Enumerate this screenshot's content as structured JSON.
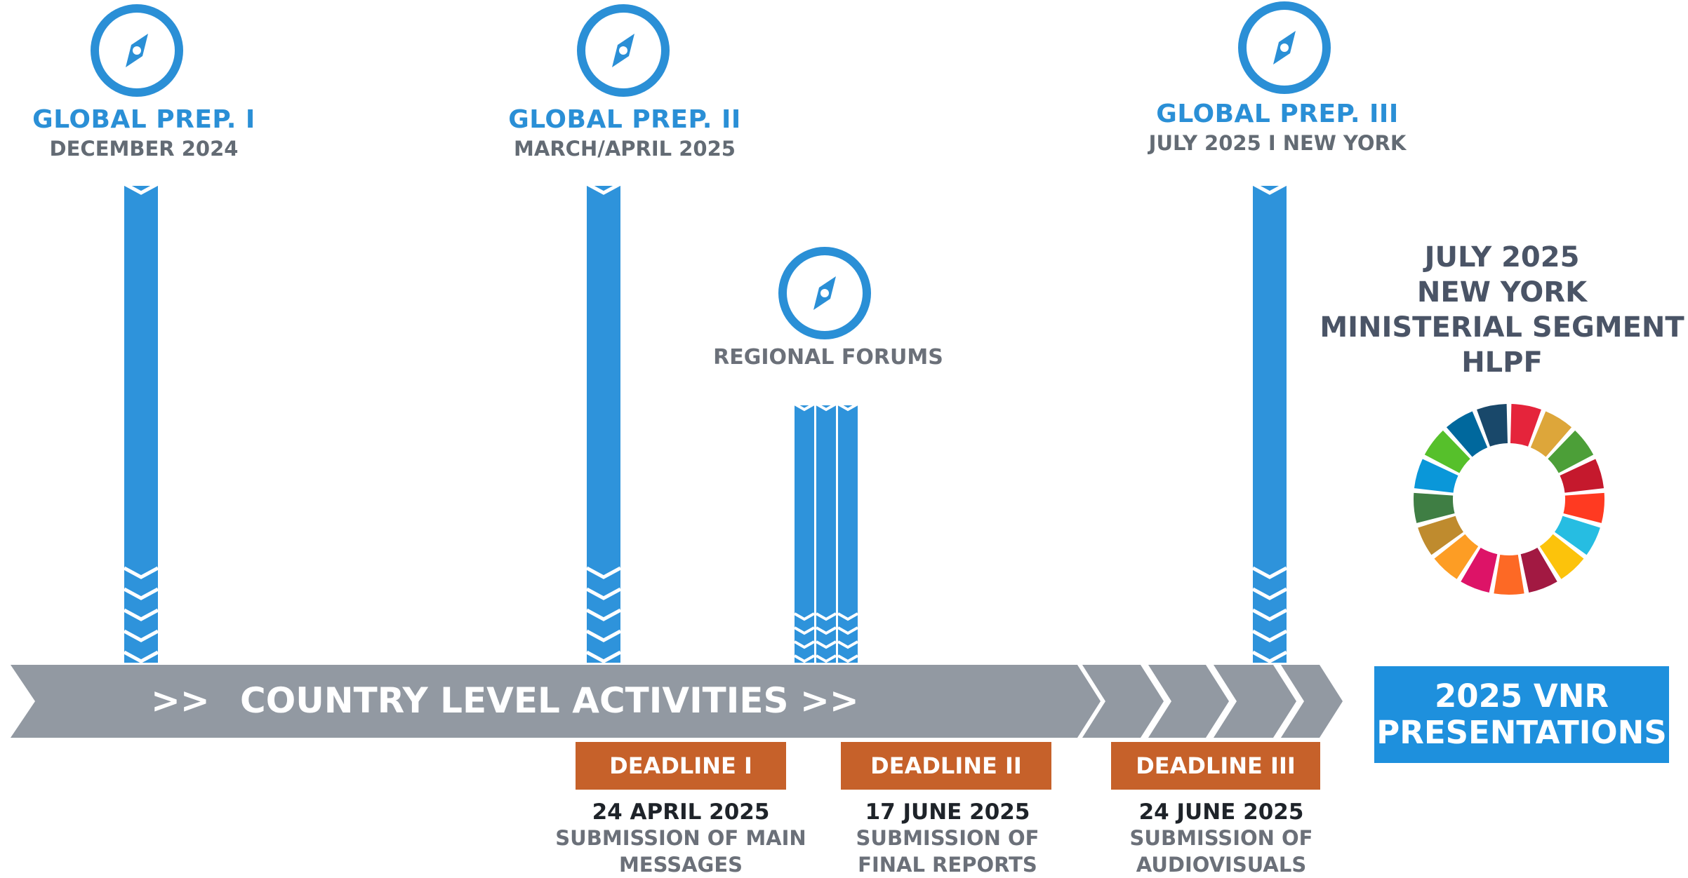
{
  "global_preps": [
    {
      "title": "GLOBAL PREP. I",
      "subtitle": "DECEMBER 2024"
    },
    {
      "title": "GLOBAL PREP. II",
      "subtitle": "MARCH/APRIL 2025"
    },
    {
      "title": "GLOBAL PREP. III",
      "subtitle": "JULY  2025 I NEW YORK"
    }
  ],
  "regional": {
    "label": "REGIONAL FORUMS"
  },
  "hlpf": {
    "line1": "JULY 2025",
    "line2": "NEW YORK",
    "line3": "MINISTERIAL SEGMENT",
    "line4": "HLPF"
  },
  "band": {
    "prefix": ">>",
    "label": "COUNTRY LEVEL ACTIVITIES",
    "suffix": ">>"
  },
  "deadlines": [
    {
      "label": "DEADLINE I",
      "date": "24 APRIL 2025",
      "desc1": "SUBMISSION OF MAIN",
      "desc2": "MESSAGES"
    },
    {
      "label": "DEADLINE II",
      "date": "17 JUNE 2025",
      "desc1": "SUBMISSION OF",
      "desc2": "FINAL REPORTS"
    },
    {
      "label": "DEADLINE III",
      "date": "24 JUNE 2025",
      "desc1": "SUBMISSION OF",
      "desc2": "AUDIOVISUALS"
    }
  ],
  "vnr": {
    "line1": "2025  VNR",
    "line2": "PRESENTATIONS"
  },
  "colors": {
    "accent_blue": "#2a8fd6",
    "band_grey": "#9299a2",
    "deadline_orange": "#c6612a",
    "vnr_blue": "#1e90dd"
  },
  "icons": {
    "prep": "compass-icon",
    "sdg": "sdg-wheel-icon"
  },
  "sdg_wheel_colors": [
    "#E5243B",
    "#DDA63A",
    "#4C9F38",
    "#C5192D",
    "#FF3A21",
    "#26BDE2",
    "#FCC30B",
    "#A21942",
    "#FD6925",
    "#DD1367",
    "#FD9D24",
    "#BF8B2E",
    "#3F7E44",
    "#0A97D9",
    "#56C02B",
    "#00689D",
    "#19486A"
  ]
}
